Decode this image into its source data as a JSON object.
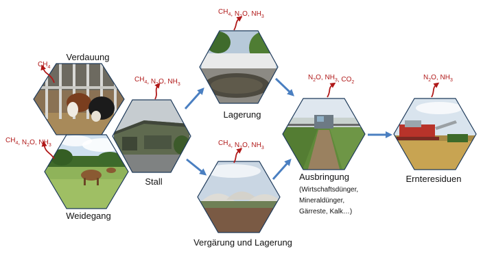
{
  "colors": {
    "flow_arrow": "#4a7fc1",
    "emission": "#b01818",
    "hex_border": "#1e3a5a"
  },
  "stages": {
    "verdauung": {
      "label": "Verdauung",
      "emissions": {
        "ch4": "CH4"
      }
    },
    "weidegang": {
      "label": "Weidegang",
      "emissions": {
        "ch4": "CH4",
        "n2o": "N2O",
        "nh3": "NH3"
      }
    },
    "stall": {
      "label": "Stall",
      "emissions": {
        "ch4": "CH4",
        "n2o": "N2O",
        "nh3": "NH3"
      }
    },
    "lagerung": {
      "label": "Lagerung",
      "emissions": {
        "ch4": "CH4",
        "n2o": "N2O",
        "nh3": "NH3"
      }
    },
    "vergaerung": {
      "label": "Vergärung und Lagerung",
      "emissions": {
        "ch4": "CH4",
        "n2o": "N2O",
        "nh3": "NH3"
      }
    },
    "ausbringung": {
      "label": "Ausbringung",
      "detail": [
        "(Wirtschaftsdünger,",
        "Mineraldünger,",
        "Gärreste, Kalk…)"
      ],
      "emissions": {
        "n2o": "N2O",
        "nh3": "NH3",
        "co2": "CO2"
      }
    },
    "ernteresiduen": {
      "label": "Ernteresiduen",
      "emissions": {
        "n2o": "N2O",
        "nh3": "NH3"
      }
    }
  },
  "icons": [
    "cow-feeding-photo",
    "barn-photo",
    "grazing-cattle-photo",
    "slurry-lagoon-photo",
    "biogas-plant-photo",
    "slurry-spreader-photo",
    "combine-harvester-photo",
    "emission-arrow-icon",
    "flow-arrow-icon"
  ]
}
